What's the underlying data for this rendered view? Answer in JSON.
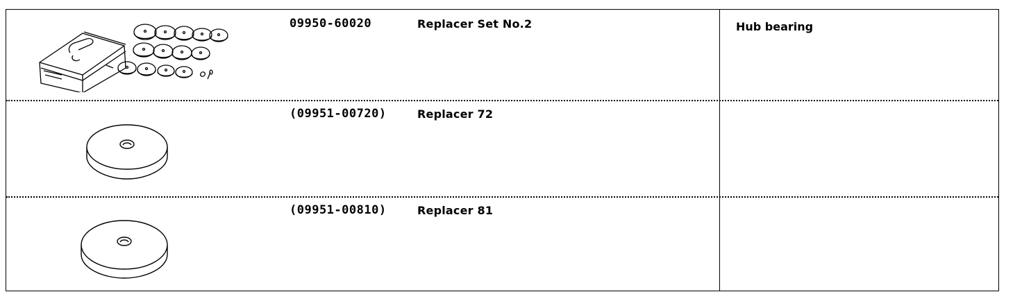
{
  "rows": [
    {
      "part_number": "09950-60020",
      "name": "Replacer Set No.2",
      "usage": "Hub bearing",
      "illustration": "replacer-set-case-icon"
    },
    {
      "part_number": "(09951-00720)",
      "name": "Replacer 72",
      "usage": "",
      "illustration": "replacer-disc-icon"
    },
    {
      "part_number": "(09951-00810)",
      "name": "Replacer 81",
      "usage": "",
      "illustration": "replacer-disc-icon"
    }
  ]
}
